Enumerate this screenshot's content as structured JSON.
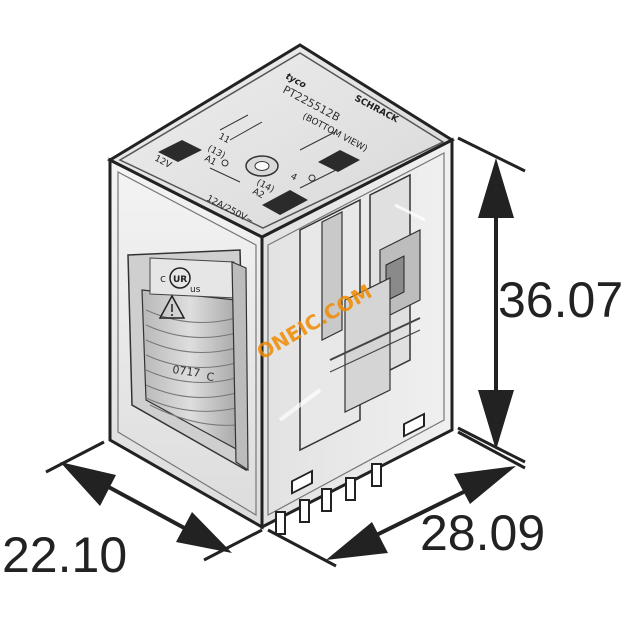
{
  "drawing": {
    "dimensions": {
      "width": "22.10",
      "depth": "28.09",
      "height": "36.07"
    },
    "top_label": {
      "brand": "tyco",
      "model": "PT225512B",
      "maker": "SCHRACK",
      "view_note": "(BOTTOM VIEW)",
      "coil_voltage": "12V",
      "contact_rating": "12A/250V~",
      "terminal_a1": "A1",
      "terminal_a2": "A2",
      "pin_13": "(13)",
      "pin_14": "(14)",
      "pin_11": "11",
      "pin_4": "4"
    },
    "coil_label": {
      "approval_mark": "cURus",
      "approval_c": "c",
      "approval_ur": "UR",
      "approval_us": "us",
      "date_code": "0717",
      "code_letter": "C"
    },
    "watermark": "ONEIC.COM"
  }
}
